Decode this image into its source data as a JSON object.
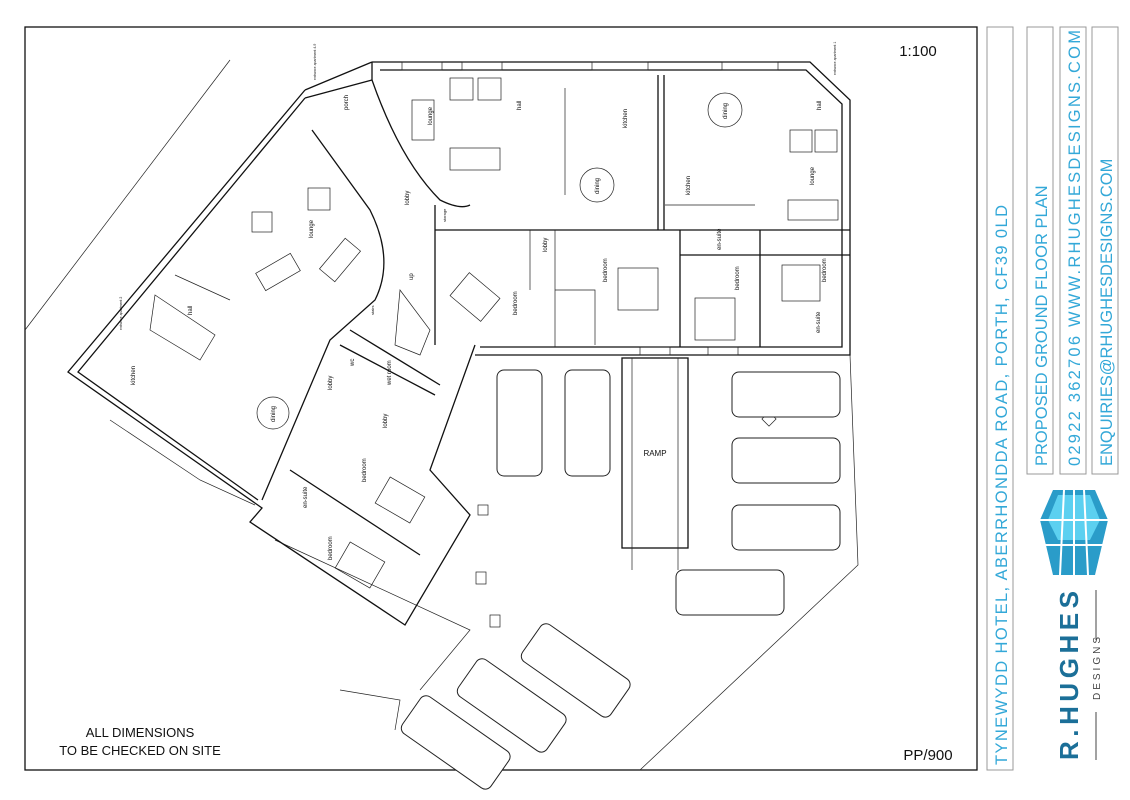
{
  "drawing": {
    "scale": "1:100",
    "drawing_number": "PP/900",
    "note_line1": "ALL DIMENSIONS",
    "note_line2": "TO BE CHECKED ON SITE",
    "ramp_label": "RAMP",
    "stair_label": "up"
  },
  "title_block": {
    "project": "TYNEWYDD HOTEL, ABERRHONDDA ROAD, PORTH, CF39 0LD",
    "sheet_title": "PROPOSED GROUND FLOOR PLAN",
    "contact": "02922 362706   WWW.RHUGHESDESIGNS.COM",
    "email": "ENQUIRIES@RHUGHESDESIGNS.COM",
    "logo_name": "R.HUGHES",
    "logo_sub": "DESIGNS",
    "accent_color": "#33a8d8"
  },
  "rooms": {
    "lounge_a": "lounge",
    "hall_a": "hall",
    "kitchen_a": "kitchen",
    "dining_a": "dining",
    "kitchen_b": "kitchen",
    "dining_b": "dining",
    "hall_b": "hall",
    "lounge_b": "lounge",
    "storage": "storage",
    "lobby_a": "lobby",
    "bedroom_a": "bedroom",
    "bedroom_b": "bedroom",
    "bedroom_c": "bedroom",
    "bedroom_d": "bedroom",
    "ensuite_a": "en-suite",
    "ensuite_b": "en-suite",
    "porch": "porch",
    "lobby_b": "lobby",
    "lounge_c": "lounge",
    "hall_c": "hall",
    "kitchen_c": "kitchen",
    "dining_c": "dining",
    "lobby_c": "lobby",
    "wc": "wc",
    "wet_room": "wet room",
    "lobby_d": "lobby",
    "bedroom_e": "bedroom",
    "ensuite_c": "en-suite",
    "bedroom_f": "bedroom",
    "stairs": "stairs",
    "entrance_1": "entrance apartment 1",
    "entrance_2": "entrance apartment 2",
    "entrance_3": "entrance apartment 4-9"
  }
}
